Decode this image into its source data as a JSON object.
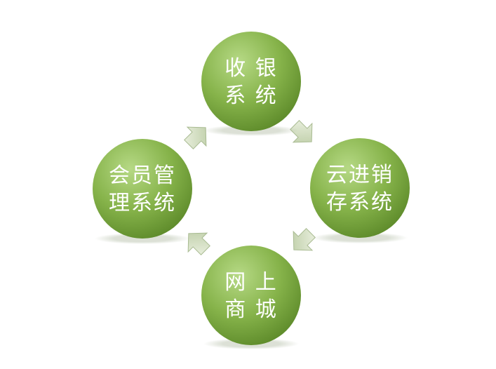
{
  "diagram": {
    "type": "cycle",
    "nodes": [
      {
        "id": "pos",
        "lines": [
          "收 银",
          "系 统"
        ]
      },
      {
        "id": "erp",
        "lines": [
          "云进销",
          "存系统"
        ]
      },
      {
        "id": "mall",
        "lines": [
          "网 上",
          "商 城"
        ]
      },
      {
        "id": "member",
        "lines": [
          "会员管",
          "理系统"
        ]
      }
    ],
    "edges": [
      {
        "from": "pos",
        "to": "erp"
      },
      {
        "from": "erp",
        "to": "mall"
      },
      {
        "from": "mall",
        "to": "member"
      },
      {
        "from": "member",
        "to": "pos"
      }
    ],
    "colors": {
      "node_light": "#b6d985",
      "node_mid": "#86b34a",
      "node_dark": "#5d8a2a",
      "arrow_light": "#eef3e4",
      "arrow_dark": "#b8c9a0",
      "text": "#ffffff"
    }
  }
}
